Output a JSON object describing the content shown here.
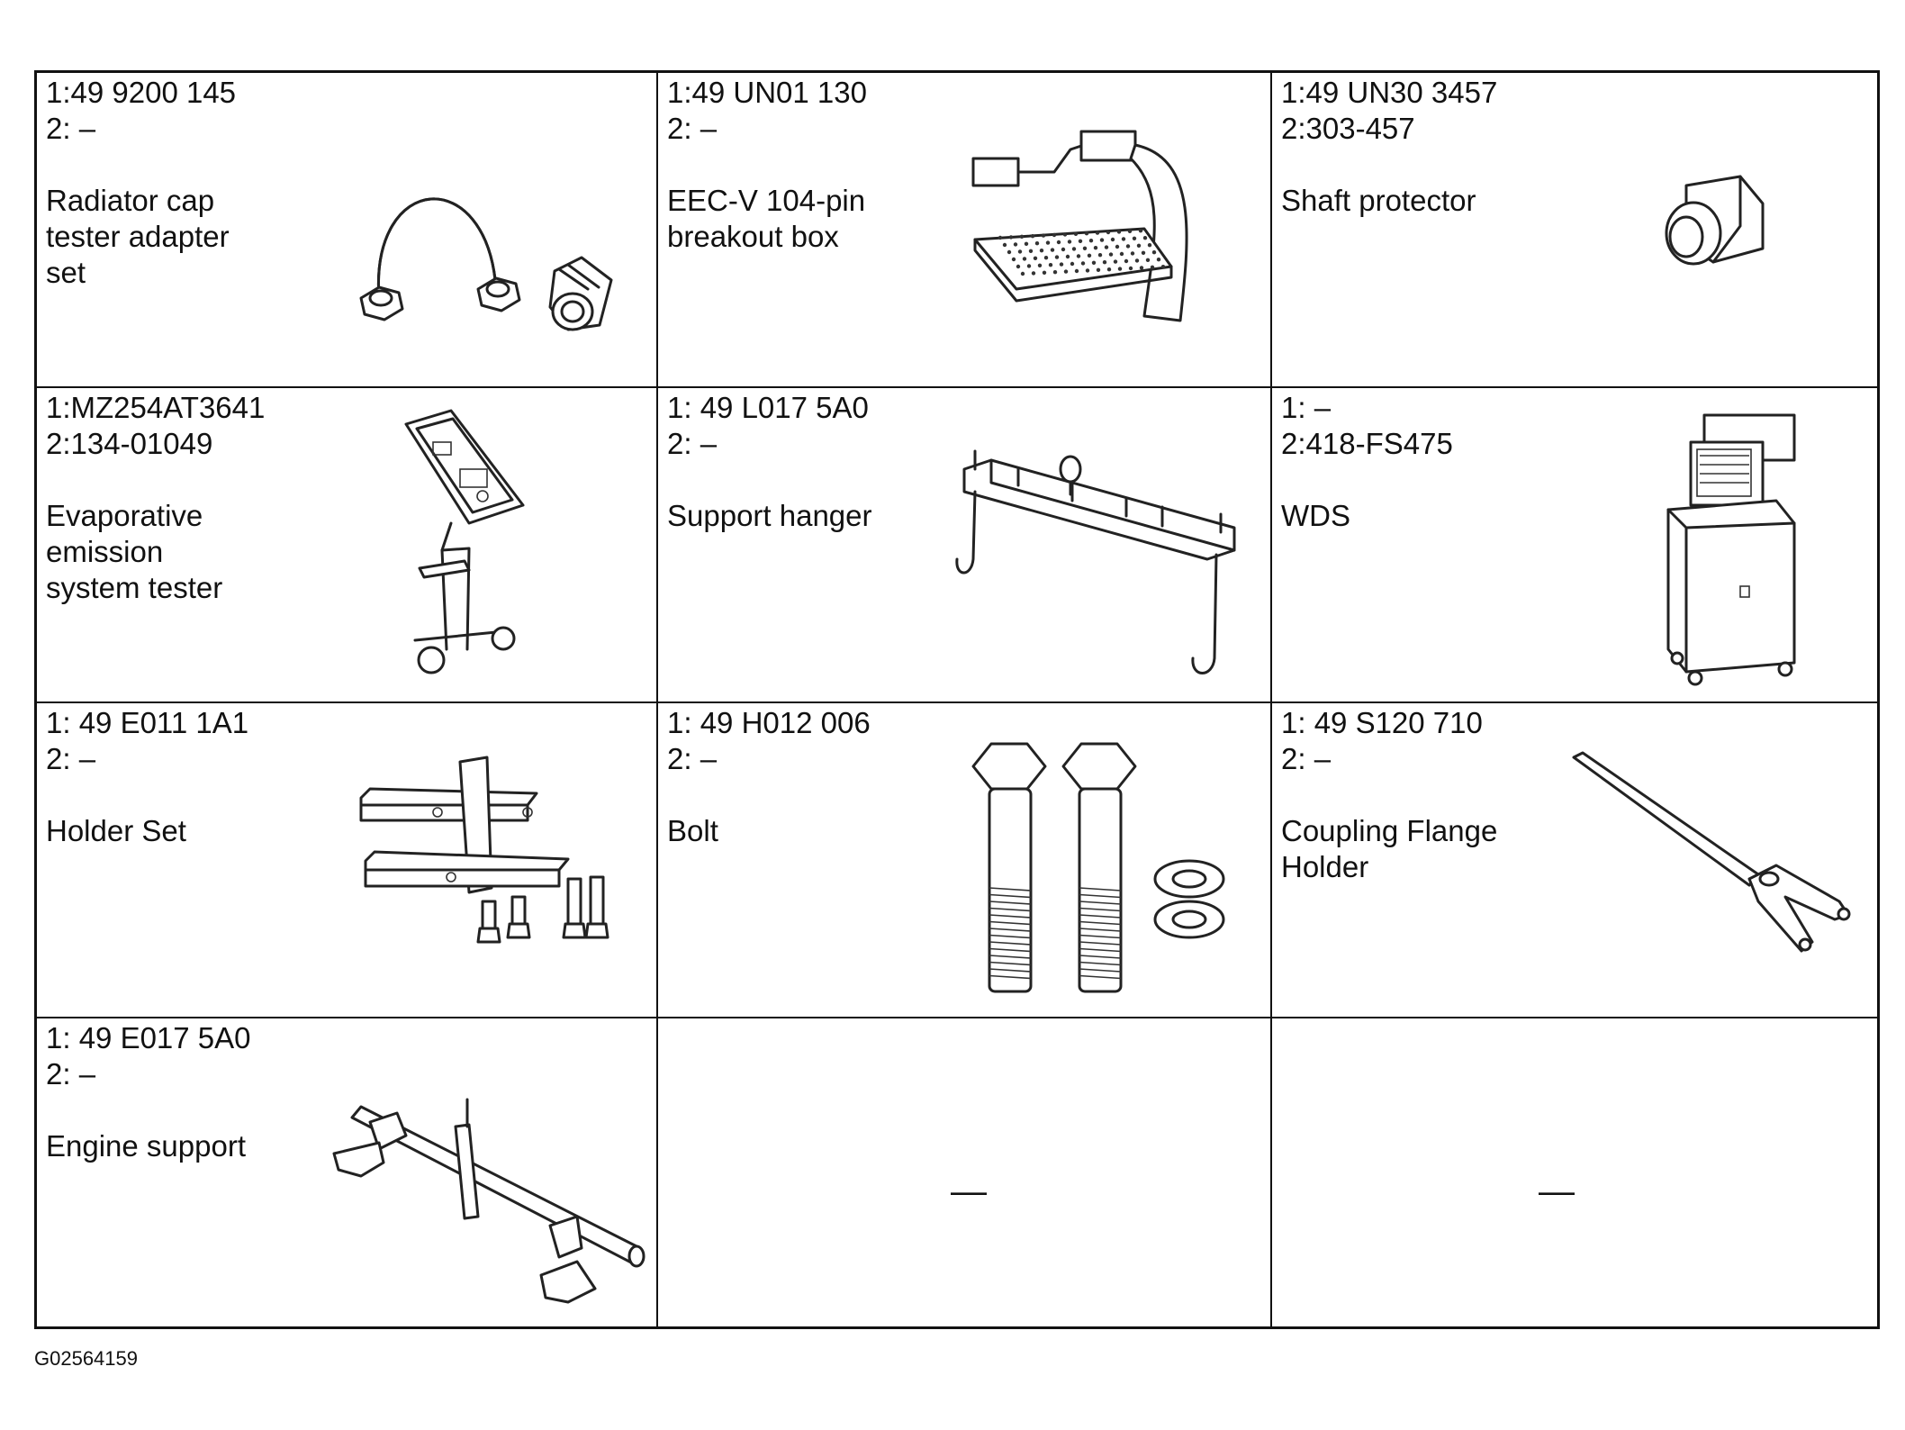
{
  "figure_code": "G02564159",
  "tools": [
    {
      "part1": "1:49 9200 145",
      "part2": "2: –",
      "name_lines": [
        "Radiator cap",
        "tester adapter",
        "set"
      ],
      "icon": "radiator-cap-adapter-icon"
    },
    {
      "part1": "1:49 UN01 130",
      "part2": "2: –",
      "name_lines": [
        "EEC-V 104-pin",
        "breakout box"
      ],
      "icon": "breakout-box-icon"
    },
    {
      "part1": "1:49 UN30 3457",
      "part2": "2:303-457",
      "name_lines": [
        "Shaft protector"
      ],
      "icon": "shaft-protector-icon"
    },
    {
      "part1": "1:MZ254AT3641",
      "part2": "2:134-01049",
      "name_lines": [
        "Evaporative",
        "emission",
        "system tester"
      ],
      "icon": "evap-tester-icon"
    },
    {
      "part1": "1: 49 L017 5A0",
      "part2": "2: –",
      "name_lines": [
        "Support hanger"
      ],
      "icon": "support-hanger-icon"
    },
    {
      "part1": "1: –",
      "part2": "2:418-FS475",
      "name_lines": [
        "WDS"
      ],
      "icon": "wds-cart-icon"
    },
    {
      "part1": "1: 49 E011 1A1",
      "part2": "2: –",
      "name_lines": [
        "Holder Set"
      ],
      "icon": "holder-set-icon"
    },
    {
      "part1": "1: 49 H012 006",
      "part2": "2: –",
      "name_lines": [
        "Bolt"
      ],
      "icon": "bolt-icon"
    },
    {
      "part1": "1: 49 S120 710",
      "part2": "2: –",
      "name_lines": [
        "Coupling Flange",
        "Holder"
      ],
      "icon": "coupling-flange-holder-icon"
    },
    {
      "part1": "1: 49 E017 5A0",
      "part2": "2: –",
      "name_lines": [
        "Engine support"
      ],
      "icon": "engine-support-icon"
    }
  ],
  "empty_cells": [
    "—",
    "—"
  ]
}
